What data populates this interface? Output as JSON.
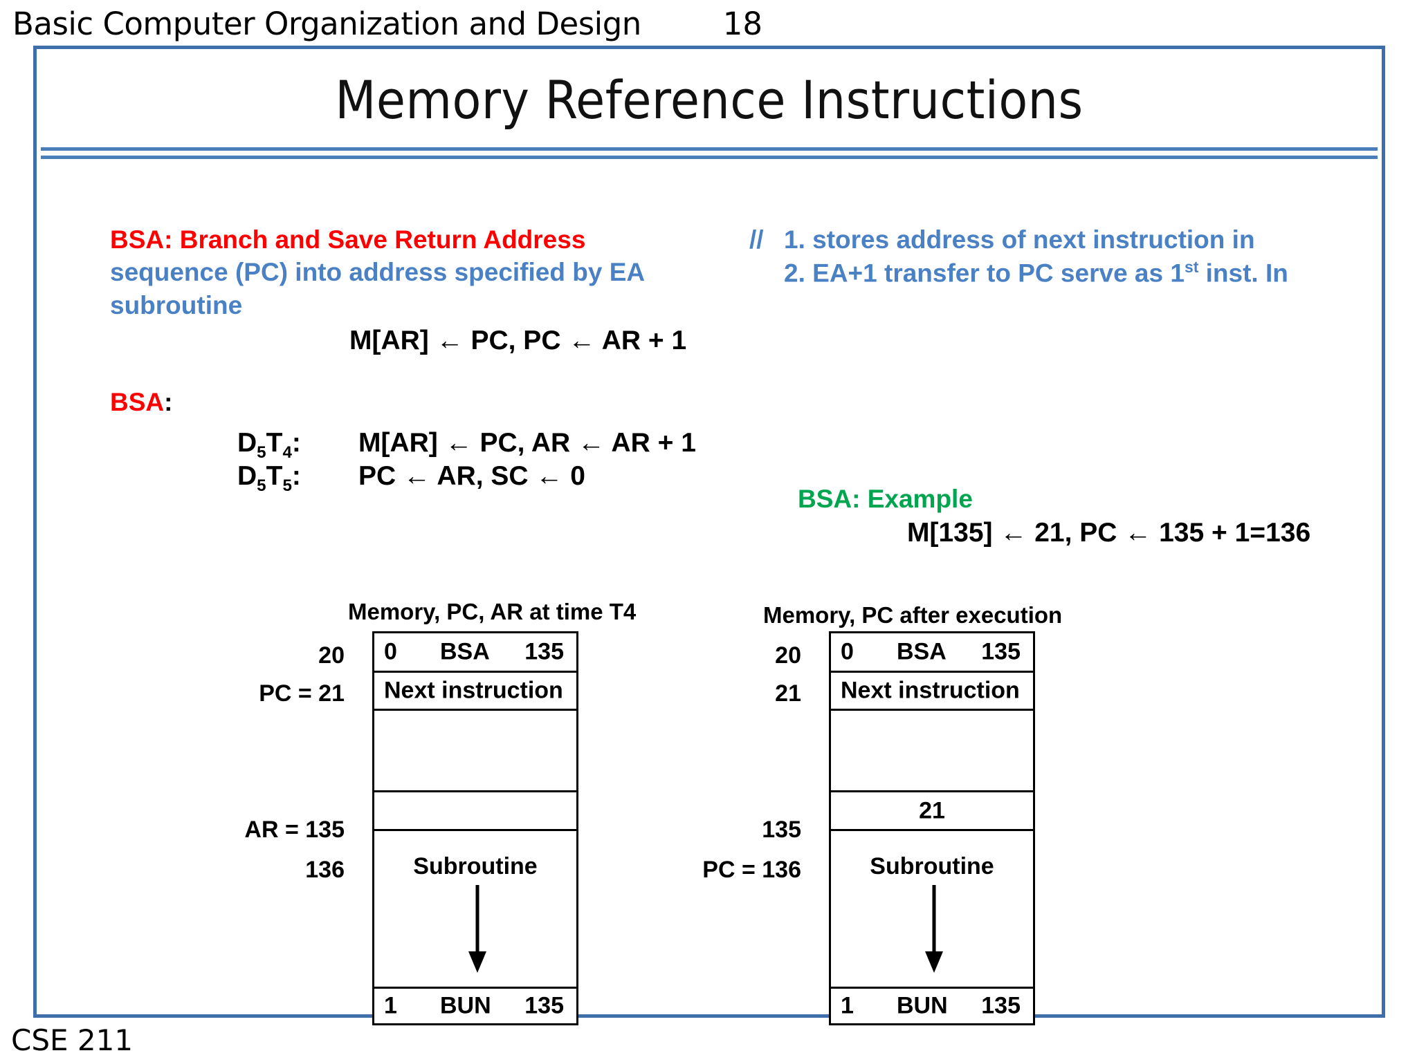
{
  "header": {
    "course_topic": "Basic Computer Organization and Design",
    "slide_number": "18"
  },
  "slide": {
    "title": "Memory Reference Instructions",
    "definition": {
      "label": "BSA: Branch and Save Return Address",
      "line2": "sequence (PC) into address specified by EA",
      "line3": "subroutine"
    },
    "comment": {
      "marker": "//",
      "note1": "1. stores address of next instruction in",
      "note2_pre": "2. EA+1 transfer to PC serve as 1",
      "note2_sup": "st",
      "note2_post": " inst. In"
    },
    "rtl_summary": "M[AR] ← PC, PC ← AR + 1",
    "microops": {
      "heading_name": "BSA",
      "heading_colon": ":",
      "rows": [
        {
          "d": "D",
          "d_sub": "5",
          "t": "T",
          "t_sub": "4",
          "colon": ":",
          "expr": "M[AR] ← PC,  AR ← AR + 1"
        },
        {
          "d": "D",
          "d_sub": "5",
          "t": "T",
          "t_sub": "5",
          "colon": ":",
          "expr": "PC ← AR, SC ← 0"
        }
      ]
    },
    "example": {
      "title": "BSA: Example",
      "expression": "M[135] ← 21,   PC ← 135 + 1=136"
    },
    "diagram_left": {
      "caption": "Memory, PC, AR at time T4",
      "labels": [
        {
          "text": "20"
        },
        {
          "text": "PC = 21"
        },
        {
          "text": ""
        },
        {
          "text": "AR = 135"
        },
        {
          "text": "136"
        },
        {
          "text": ""
        }
      ],
      "rows": [
        {
          "type": "instruction",
          "mode": "0",
          "op": "BSA",
          "addr": "135"
        },
        {
          "type": "text-left",
          "text": "Next instruction"
        },
        {
          "type": "empty",
          "text": ""
        },
        {
          "type": "empty",
          "text": ""
        },
        {
          "type": "subroutine",
          "text": "Subroutine"
        },
        {
          "type": "instruction",
          "mode": "1",
          "op": "BUN",
          "addr": "135"
        }
      ]
    },
    "diagram_right": {
      "caption": "Memory, PC after execution",
      "labels": [
        {
          "text": "20"
        },
        {
          "text": "21"
        },
        {
          "text": ""
        },
        {
          "text": "135"
        },
        {
          "text": "PC = 136"
        },
        {
          "text": ""
        }
      ],
      "rows": [
        {
          "type": "instruction",
          "mode": "0",
          "op": "BSA",
          "addr": "135"
        },
        {
          "type": "text-left",
          "text": "Next instruction"
        },
        {
          "type": "empty",
          "text": ""
        },
        {
          "type": "center",
          "text": "21"
        },
        {
          "type": "subroutine",
          "text": "Subroutine"
        },
        {
          "type": "instruction",
          "mode": "1",
          "op": "BUN",
          "addr": "135"
        }
      ]
    }
  },
  "footer": {
    "course_code": "CSE 211"
  },
  "colors": {
    "frame_blue": "#3f6faa",
    "rule_blue": "#4a7ebb",
    "accent_red": "#ff0000",
    "accent_blue": "#4a81c4",
    "accent_green": "#00a550"
  }
}
